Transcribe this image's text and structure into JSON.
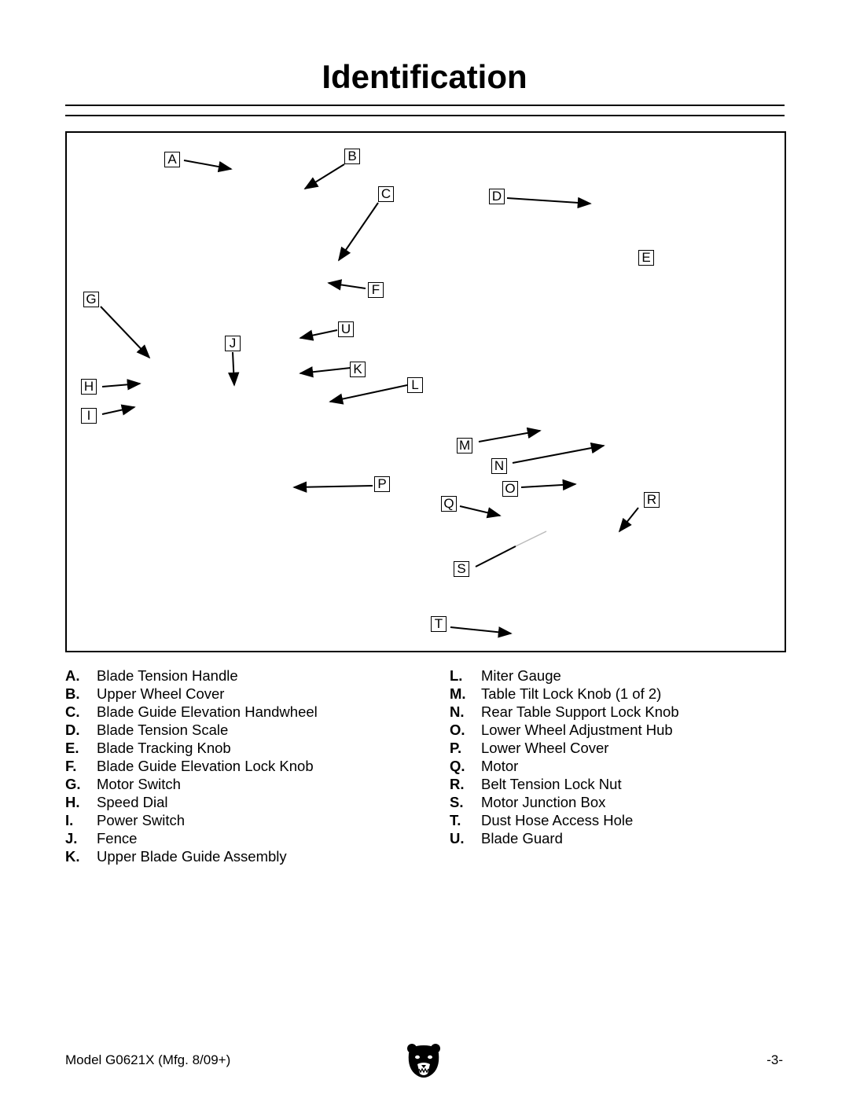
{
  "page": {
    "title": "Identification",
    "footer_model": "Model G0621X (Mfg. 8/09+)",
    "footer_page": "-3-",
    "logo_icon": "bear-head-logo-icon"
  },
  "callouts": [
    "A",
    "B",
    "C",
    "D",
    "E",
    "F",
    "G",
    "H",
    "I",
    "J",
    "K",
    "L",
    "M",
    "N",
    "O",
    "P",
    "Q",
    "R",
    "S",
    "T",
    "U"
  ],
  "legend_left": [
    {
      "letter": "A.",
      "text": "Blade Tension Handle"
    },
    {
      "letter": "B.",
      "text": "Upper Wheel Cover"
    },
    {
      "letter": "C.",
      "text": "Blade Guide Elevation Handwheel"
    },
    {
      "letter": "D.",
      "text": "Blade Tension Scale"
    },
    {
      "letter": "E.",
      "text": "Blade Tracking Knob"
    },
    {
      "letter": "F.",
      "text": "Blade Guide Elevation Lock Knob"
    },
    {
      "letter": "G.",
      "text": "Motor Switch"
    },
    {
      "letter": "H.",
      "text": "Speed Dial"
    },
    {
      "letter": "I.",
      "text": "Power Switch"
    },
    {
      "letter": "J.",
      "text": "Fence"
    },
    {
      "letter": "K.",
      "text": "Upper Blade Guide Assembly"
    }
  ],
  "legend_right": [
    {
      "letter": "L.",
      "text": "Miter Gauge"
    },
    {
      "letter": "M.",
      "text": "Table Tilt Lock Knob (1 of 2)"
    },
    {
      "letter": "N.",
      "text": "Rear Table Support Lock Knob"
    },
    {
      "letter": "O.",
      "text": "Lower Wheel Adjustment Hub"
    },
    {
      "letter": "P.",
      "text": "Lower Wheel Cover"
    },
    {
      "letter": "Q.",
      "text": "Motor"
    },
    {
      "letter": "R.",
      "text": "Belt Tension Lock Nut"
    },
    {
      "letter": "S.",
      "text": "Motor Junction Box"
    },
    {
      "letter": "T.",
      "text": "Dust Hose Access Hole"
    },
    {
      "letter": "U.",
      "text": "Blade Guard"
    }
  ]
}
